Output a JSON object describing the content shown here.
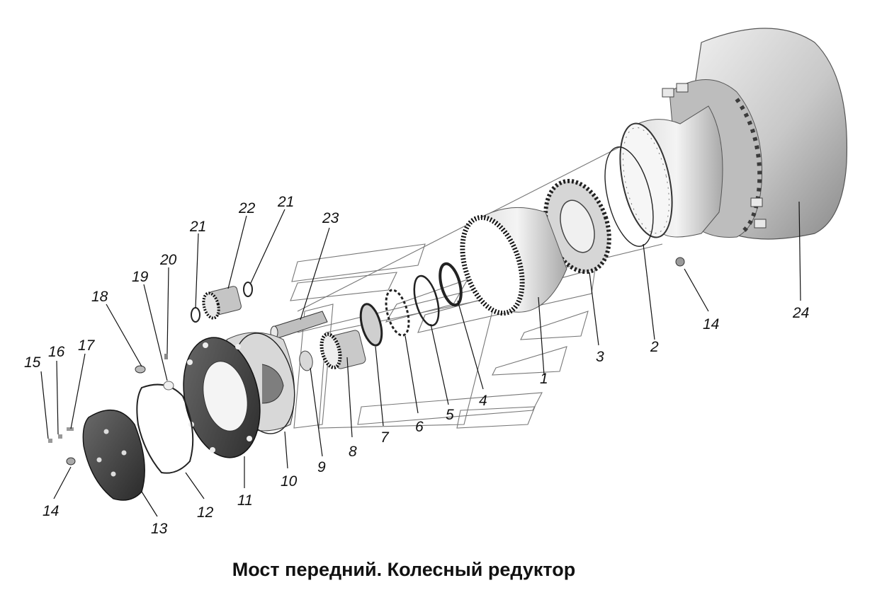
{
  "caption": "Мост передний. Колесный редуктор",
  "callouts": [
    "1",
    "2",
    "3",
    "4",
    "5",
    "6",
    "7",
    "8",
    "9",
    "10",
    "11",
    "12",
    "13",
    "14",
    "15",
    "16",
    "17",
    "18",
    "19",
    "20",
    "21",
    "22",
    "23",
    "24"
  ],
  "colors": {
    "ink": "#111111",
    "metal_light": "#e6e6e6",
    "metal_mid": "#b5b5b5",
    "metal_dark": "#4a4a4a"
  }
}
